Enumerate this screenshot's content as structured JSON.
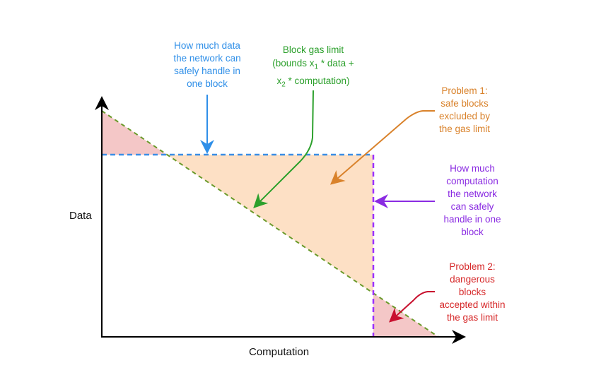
{
  "axes": {
    "x_label": "Computation",
    "y_label": "Data"
  },
  "annotations": {
    "data_limit": {
      "lines": [
        "How much data",
        "the network can",
        "safely handle in",
        "one block"
      ],
      "color": "#2f8fe8"
    },
    "gas_limit": {
      "line1": "Block gas limit",
      "line2_pre": "(bounds x",
      "line2_sub": "1",
      "line2_post": " * data +",
      "line3_pre": "x",
      "line3_sub": "2",
      "line3_post": " * computation)",
      "color": "#2ca02c"
    },
    "problem1": {
      "lines": [
        "Problem 1:",
        "safe blocks",
        "excluded by",
        "the gas limit"
      ],
      "color": "#d9822b"
    },
    "computation_limit": {
      "lines": [
        "How much",
        "computation",
        "the network",
        "can safely",
        "handle in one",
        "block"
      ],
      "color": "#8a2be2"
    },
    "problem2": {
      "lines": [
        "Problem 2:",
        "dangerous",
        "blocks",
        "accepted within",
        "the gas limit"
      ],
      "color": "#d62728"
    }
  },
  "colors": {
    "pink_fill": "#f4c7c7",
    "orange_fill": "#fde0c5",
    "green_dash": "#6a9a2a",
    "blue_dash": "#3a8ee6",
    "purple_dash": "#9b30ff"
  }
}
